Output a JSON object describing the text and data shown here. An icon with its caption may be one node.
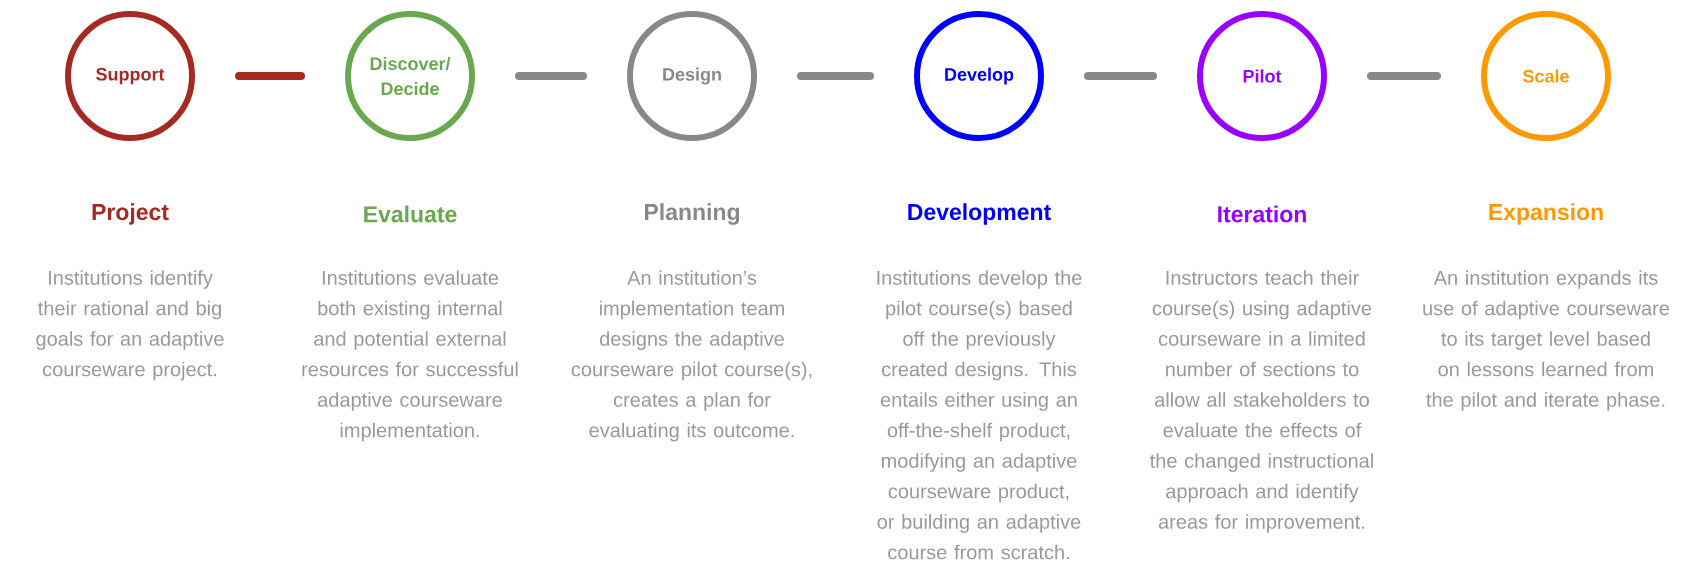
{
  "diagram": {
    "nodes": [
      {
        "text": [
          "Support"
        ],
        "beside": [
          "Project",
          "Institutions identify their rational and big goals for an adaptive courseware project."
        ]
      },
      {
        "text": [
          "Discover/ Decide"
        ],
        "beside": [
          "Evaluate",
          "Institutions evaluate both existing internal and potential external resources for successful adaptive courseware implementation."
        ]
      },
      {
        "text": [
          "Design"
        ],
        "beside": [
          "Planning",
          "An institution’s implementation team designs the adaptive courseware pilot course(s), creates a plan for evaluating its outcome."
        ]
      },
      {
        "text": [
          "Develop"
        ],
        "beside": [
          "Development",
          "Institutions develop the pilot course(s) based off the previously created designs. This entails either using an off-the-shelf product, modifying an adaptive courseware product, or building an adaptive course from scratch."
        ]
      },
      {
        "text": [
          "Pilot"
        ],
        "beside": [
          "Iteration",
          "Instructors teach their course(s) using adaptive courseware in a limited number of sections to allow all stakeholders to evaluate the effects of the changed instructional approach and identify areas for improvement."
        ]
      },
      {
        "text": [
          "Scale"
        ],
        "beside": [
          "Expansion",
          "An institution expands its use of adaptive courseware to its target level based on lessons learned from the pilot and iterate phase."
        ]
      }
    ],
    "edges": [
      {
        "from": 0,
        "to": 1,
        "arrow": "none",
        "color": "#a52a22"
      },
      {
        "from": 1,
        "to": 2,
        "arrow": "none"
      },
      {
        "from": 2,
        "to": 3,
        "arrow": "none"
      },
      {
        "from": 3,
        "to": 4,
        "arrow": "none"
      },
      {
        "from": 4,
        "to": 5,
        "arrow": "none"
      }
    ]
  }
}
